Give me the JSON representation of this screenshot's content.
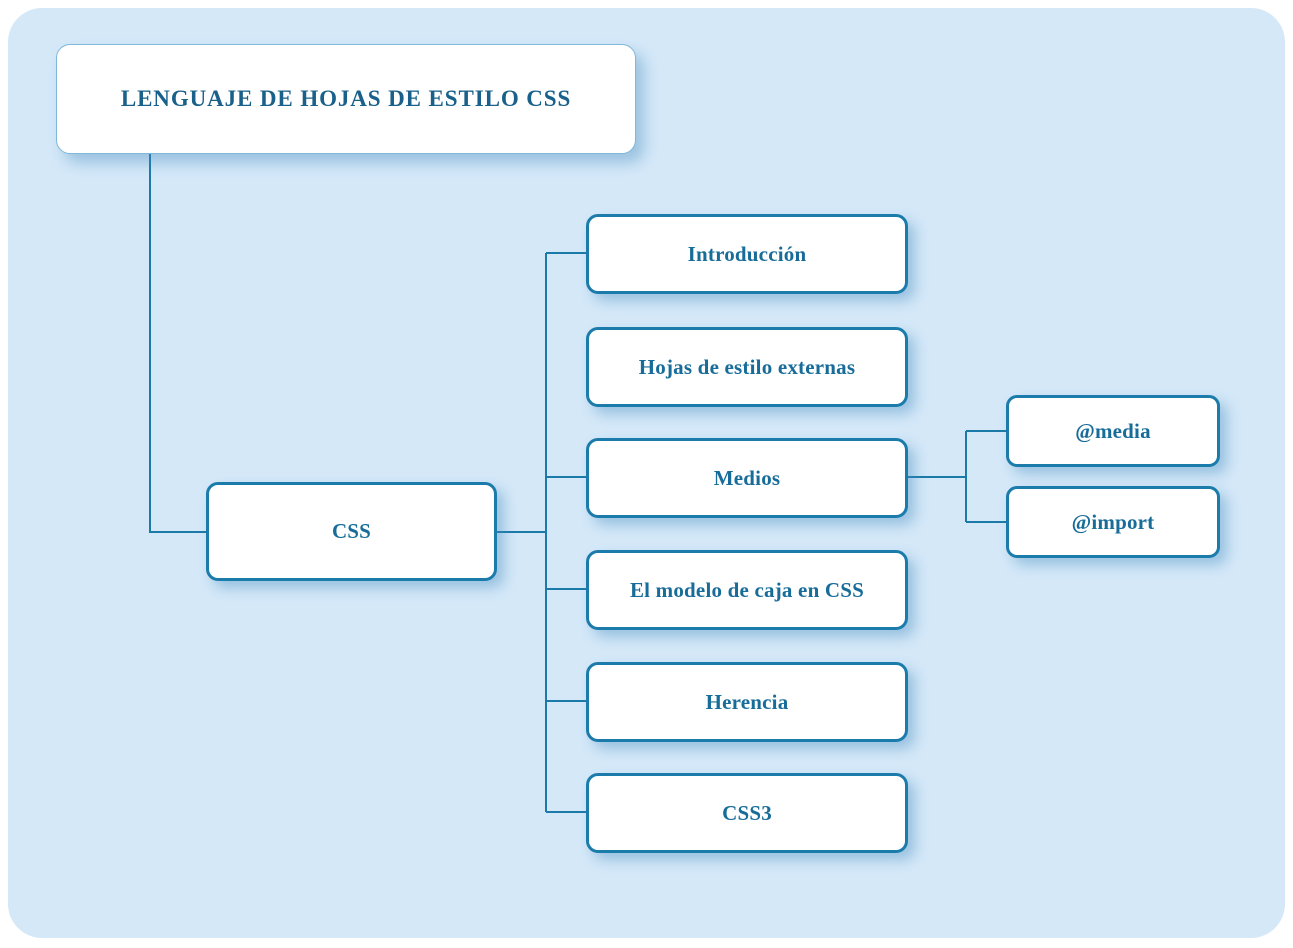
{
  "diagram": {
    "title": "LENGUAJE DE HOJAS DE ESTILO CSS",
    "panel_color": "#d4e8f8",
    "node_fill": "#ffffff",
    "node_border_color": "#1b7cab",
    "text_color": "#176c99",
    "title_text_color": "#19608a",
    "connector_color": "#1c7aa8"
  },
  "root": {
    "label": "LENGUAJE DE HOJAS DE ESTILO CSS"
  },
  "hub": {
    "label": "CSS"
  },
  "branches": [
    {
      "label": "Introducción"
    },
    {
      "label": "Hojas de estilo externas"
    },
    {
      "label": "Medios"
    },
    {
      "label": "El modelo de caja en CSS"
    },
    {
      "label": "Herencia"
    },
    {
      "label": "CSS3"
    }
  ],
  "leaves": [
    {
      "label": "@media"
    },
    {
      "label": "@import"
    }
  ]
}
